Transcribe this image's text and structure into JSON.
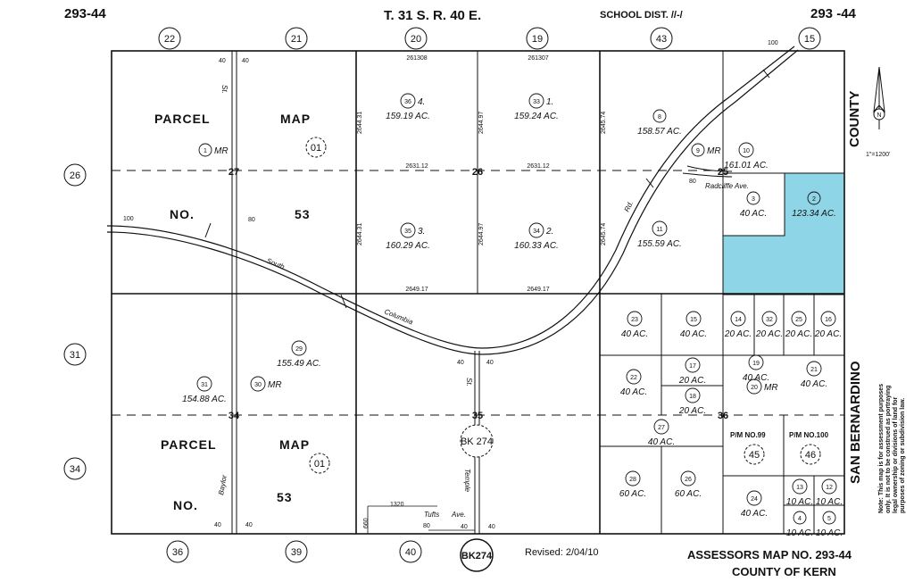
{
  "header": {
    "map_no_left": "293-44",
    "township": "T. 31 S. R. 40 E.",
    "school_dist": "SCHOOL DIST. //-/",
    "map_no_right": "293 -44"
  },
  "adjacent_maps": {
    "top": [
      "22",
      "21",
      "20",
      "19",
      "43",
      "15"
    ],
    "left": [
      "26",
      "31",
      "34"
    ],
    "bottom": [
      "36",
      "39",
      "40"
    ]
  },
  "sections": [
    "27",
    "26",
    "25",
    "34",
    "35",
    "36"
  ],
  "section_dims": {
    "s26_top_a": "261308",
    "s26_top_b": "261307",
    "s26_mid_a": "2631.12",
    "s26_mid_b": "2631.12",
    "s26_bot_a": "2649.17",
    "s26_bot_b": "2649.17",
    "s26_v_a": "2644.31",
    "s26_v_b": "2644.97",
    "s26_v_c": "2645.74",
    "s26_v_d": "2644.31",
    "s26_v_e": "2644.97",
    "s26_v_f": "2645.74",
    "st_40a": "40",
    "st_40b": "40",
    "st_80": "80",
    "temple_40a": "40",
    "temple_40b": "40",
    "bot_40a": "40",
    "bot_40b": "40",
    "tufts_40a": "40",
    "tufts_40b": "40",
    "d_1320": "1320",
    "d_660": "660",
    "d_80b": "80",
    "road_100a": "100",
    "road_100b": "100",
    "radcliffe_80": "80"
  },
  "parcel_map_labels": {
    "north": [
      "PARCEL",
      "MAP",
      "NO.",
      "53",
      "01"
    ],
    "south": [
      "PARCEL",
      "MAP",
      "NO.",
      "53",
      "01"
    ]
  },
  "parcels": [
    {
      "num": "1",
      "suffix": "MR",
      "area": ""
    },
    {
      "num": "36",
      "suffix": "4.",
      "area": "159.19 AC."
    },
    {
      "num": "33",
      "suffix": "1.",
      "area": "159.24 AC."
    },
    {
      "num": "35",
      "suffix": "3.",
      "area": "160.29 AC."
    },
    {
      "num": "34",
      "suffix": "2.",
      "area": "160.33 AC."
    },
    {
      "num": "8",
      "suffix": "",
      "area": "158.57 AC."
    },
    {
      "num": "9",
      "suffix": "MR",
      "area": ""
    },
    {
      "num": "10",
      "suffix": "",
      "area": "161.01 AC."
    },
    {
      "num": "3",
      "suffix": "",
      "area": "40 AC."
    },
    {
      "num": "2",
      "suffix": "",
      "area": "123.34 AC."
    },
    {
      "num": "11",
      "suffix": "",
      "area": "155.59 AC."
    },
    {
      "num": "29",
      "suffix": "",
      "area": "155.49 AC."
    },
    {
      "num": "31",
      "suffix": "",
      "area": "154.88 AC."
    },
    {
      "num": "30",
      "suffix": "MR",
      "area": ""
    },
    {
      "num": "23",
      "suffix": "",
      "area": "40 AC."
    },
    {
      "num": "15",
      "suffix": "",
      "area": "40 AC."
    },
    {
      "num": "14",
      "suffix": "",
      "area": "20 AC."
    },
    {
      "num": "32",
      "suffix": "",
      "area": "20 AC."
    },
    {
      "num": "25",
      "suffix": "",
      "area": "20 AC."
    },
    {
      "num": "16",
      "suffix": "",
      "area": "20 AC."
    },
    {
      "num": "22",
      "suffix": "",
      "area": "40 AC."
    },
    {
      "num": "17",
      "suffix": "",
      "area": "20 AC."
    },
    {
      "num": "18",
      "suffix": "",
      "area": "20 AC."
    },
    {
      "num": "19",
      "suffix": "",
      "area": "40 AC."
    },
    {
      "num": "20",
      "suffix": "MR",
      "area": ""
    },
    {
      "num": "21",
      "suffix": "",
      "area": "40 AC."
    },
    {
      "num": "27",
      "suffix": "",
      "area": "40 AC."
    },
    {
      "num": "28",
      "suffix": "",
      "area": "60 AC."
    },
    {
      "num": "26",
      "suffix": "",
      "area": "60 AC."
    },
    {
      "num": "24",
      "suffix": "",
      "area": "40 AC."
    },
    {
      "num": "13",
      "suffix": "",
      "area": "10 AC."
    },
    {
      "num": "12",
      "suffix": "",
      "area": "10 AC."
    },
    {
      "num": "4",
      "suffix": "",
      "area": "10 AC."
    },
    {
      "num": "5",
      "suffix": "",
      "area": "10 AC."
    }
  ],
  "pm": {
    "pm99": "P/M NO.99",
    "pm100": "P/M NO.100",
    "n45": "45",
    "n46": "46"
  },
  "roads": {
    "st_north": "St.",
    "south": "South",
    "columbia": "Columbia",
    "rd": "Rd.",
    "radcliffe": "Radcliffe Ave.",
    "st_temple": "St.",
    "temple": "Temple",
    "baylor": "Baylor",
    "tufts": "Tufts",
    "tufts_ave": "Ave."
  },
  "book_refs": {
    "center": "BK 274",
    "bottom": "BK274"
  },
  "county_labels": {
    "county": "COUNTY",
    "san_bernardino": "SAN BERNARDINO"
  },
  "note": [
    "Note: This map is for assessment purposes",
    "only. It is not to be construed as portraying",
    "legal ownership or divisions of land for",
    "purposes of zoning or subdivision law."
  ],
  "north_arrow": {
    "scale": "1\"=1200'"
  },
  "footer": {
    "revised": "Revised: 2/04/10",
    "map_title": "ASSESSORS MAP NO. 293-44",
    "county": "COUNTY OF KERN"
  },
  "colors": {
    "highlight": "#8fd5e8",
    "ink": "#111111"
  }
}
